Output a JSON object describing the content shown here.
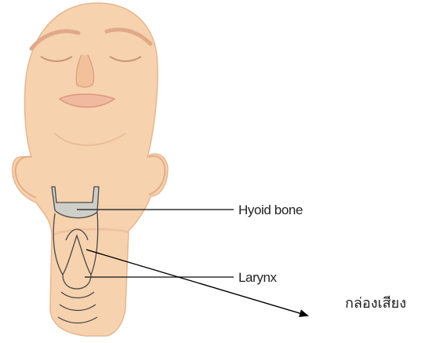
{
  "labels": {
    "hyoid": "Hyoid bone",
    "larynx": "Larynx",
    "thai": "กล่องเสียง"
  },
  "colors": {
    "skin": "#f7d2ae",
    "skin_shadow": "#e7b690",
    "outline": "#4a4a4a",
    "hyoid_fill": "#cfcfc9",
    "leader": "#333333"
  }
}
